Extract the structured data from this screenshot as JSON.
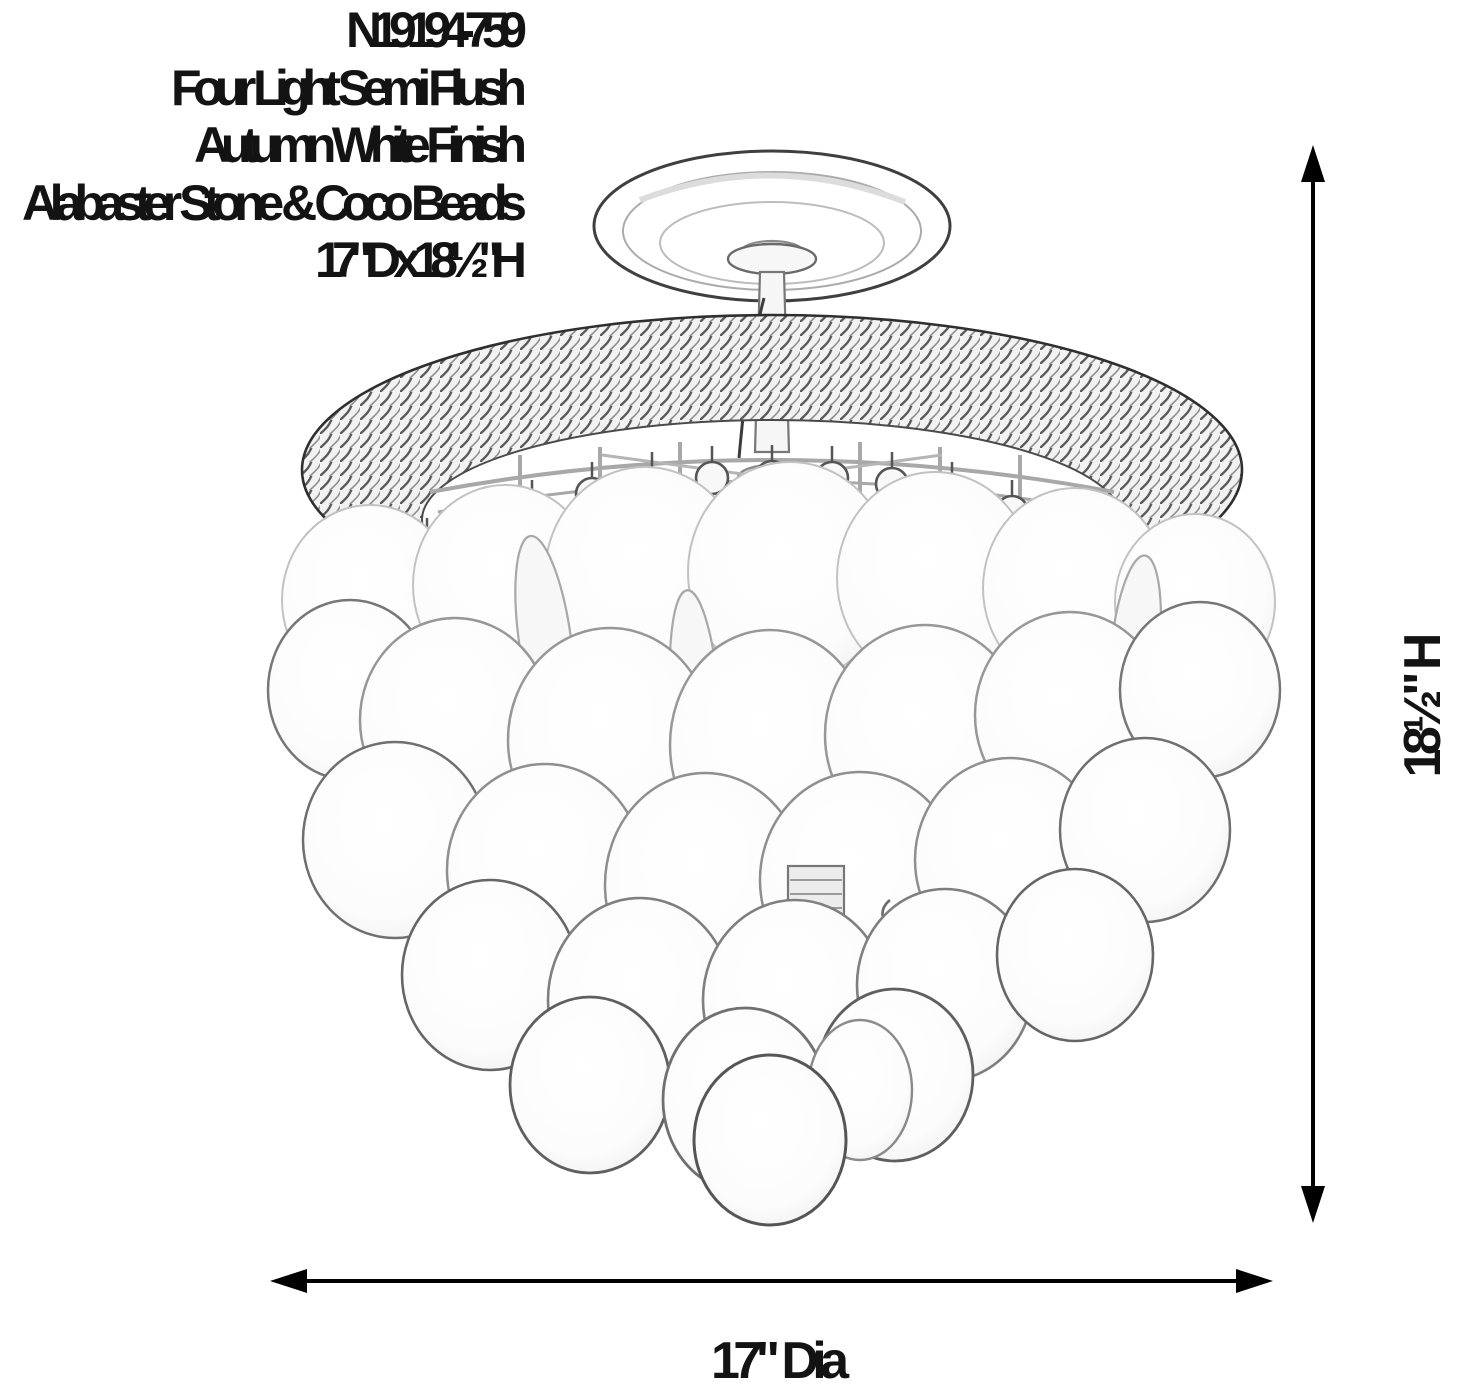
{
  "spec": {
    "lines": [
      "N19194-759",
      "Four Light Semi Flush",
      "Autumn White Finish",
      "Alabaster Stone & Coco Beads",
      "17\" D x 18½\"H"
    ]
  },
  "dimensions": {
    "height_label": "18½\" H",
    "diameter_label": "17\" Dia"
  },
  "illustration": {
    "subject": "four-light-semi-flush-chandelier-line-drawing",
    "parts": [
      "ceiling-canopy",
      "rope-wrapped-band",
      "coco-bead-chains",
      "alabaster-stone-discs"
    ]
  },
  "colors": {
    "ink": "#131313",
    "dimension_line": "#000000",
    "sketch_dark": "#3c3c3c",
    "sketch_mid": "#8f8f8f",
    "sketch_light": "#d8d8d8",
    "background": "#ffffff"
  }
}
